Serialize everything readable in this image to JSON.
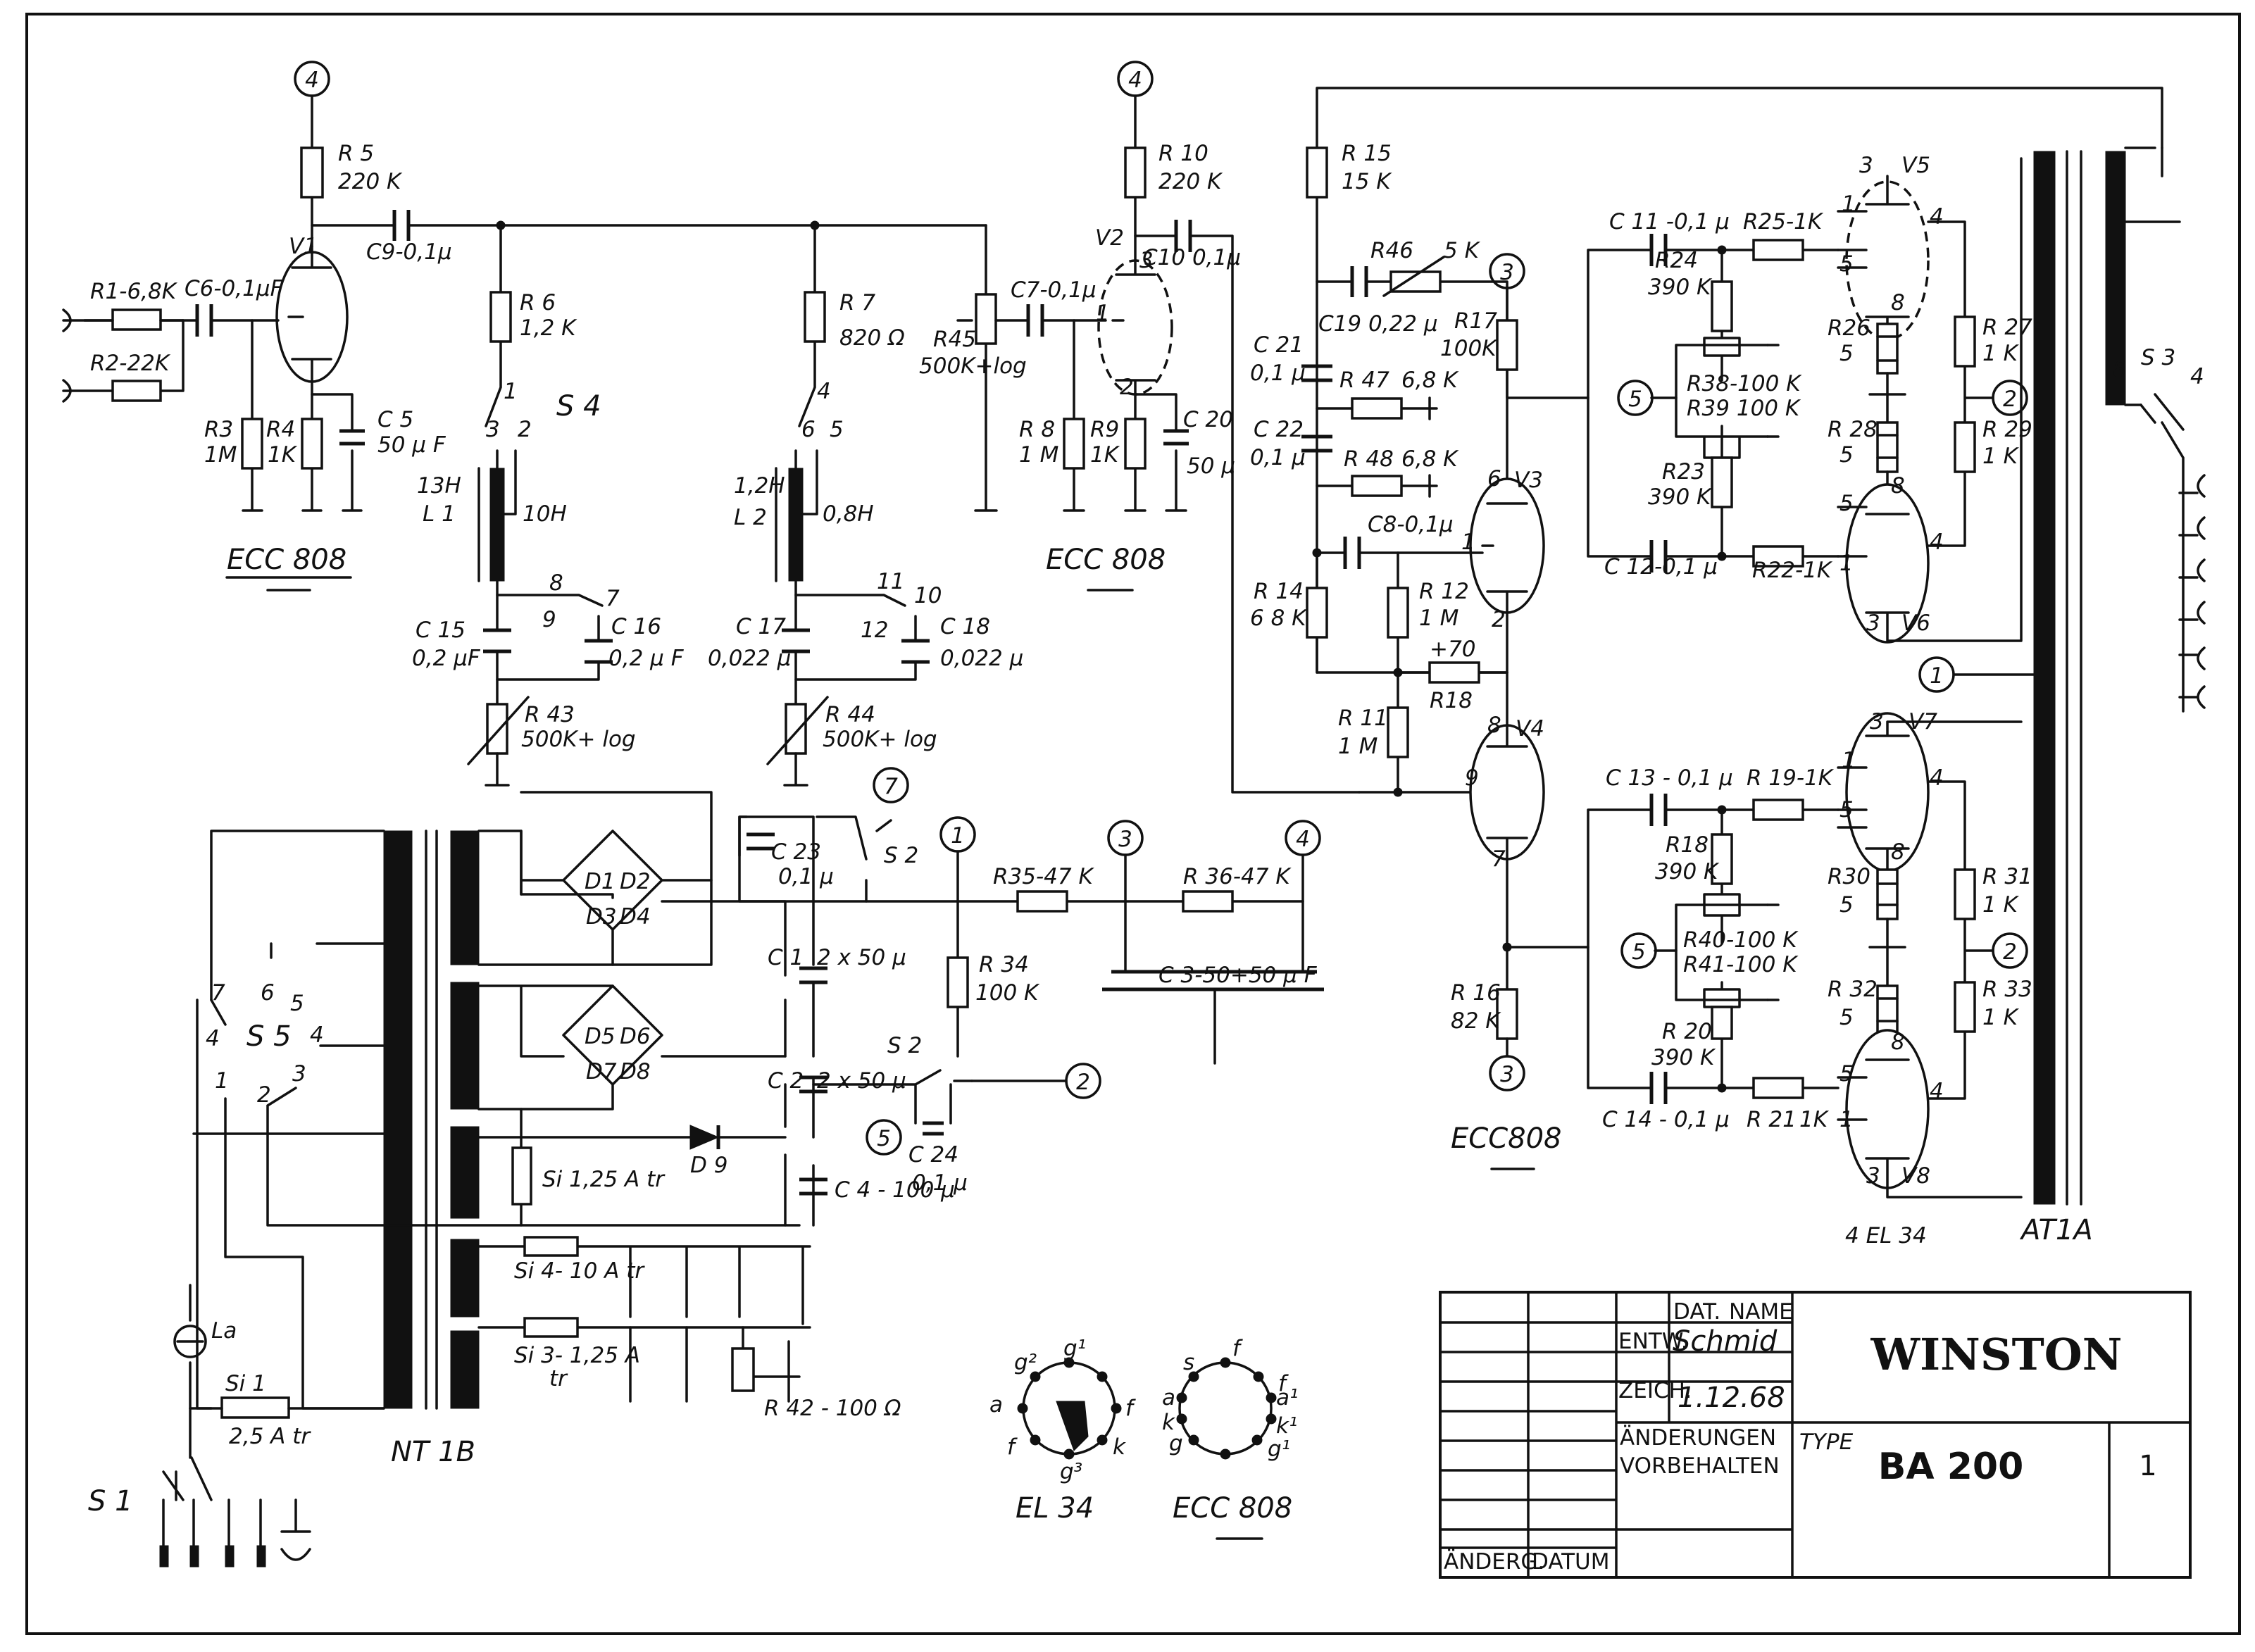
{
  "title_block": {
    "company": "WINSTON",
    "type_label": "TYPE",
    "type_value": "BA 200",
    "sheet_number": "1",
    "col_dat": "DAT.",
    "col_name": "NAME",
    "row_entw": "ENTW.",
    "row_zeich": "ZEICH.",
    "date": "1.12.68",
    "signature": "Schmid",
    "changes_line1": "ÄNDERUNGEN",
    "changes_line2": "VORBEHALTEN",
    "aenderg": "ÄNDERG.",
    "datum": "DATUM"
  },
  "tubes": {
    "v1": "V1",
    "v2": "V2",
    "v3": "V3",
    "v4": "V4",
    "v5": "V5",
    "v6": "V6",
    "v7": "V7",
    "v8": "V8",
    "ecc808_a": "ECC 808",
    "ecc808_b": "ECC 808",
    "ecc808_c": "ECC808",
    "el34_group": "4 EL 34",
    "output_transformer": "AT1A",
    "power_transformer": "NT 1B"
  },
  "resistors": {
    "r1": "R1-6,8K",
    "r2": "R2-22K",
    "r3": "R3",
    "r3v": "1M",
    "r4": "R4",
    "r4v": "1K",
    "r5": "R 5",
    "r5v": "220 K",
    "r6": "R 6",
    "r6v": "1,2 K",
    "r7": "R 7",
    "r7v": "820 Ω",
    "r8": "R 8",
    "r8v": "1 M",
    "r9": "R9",
    "r9v": "1K",
    "r10": "R 10",
    "r10v": "220 K",
    "r11": "R 11",
    "r11v": "1 M",
    "r12": "R 12",
    "r12v": "1 M",
    "r14": "R 14",
    "r14v": "6 8 K",
    "r15": "R 15",
    "r15v": "15 K",
    "r16": "R 16",
    "r16v": "82 K",
    "r17": "R17",
    "r17v": "100K",
    "r18": "R18",
    "r18pre": "+70",
    "r18b": "R18",
    "r18bv": "390 K",
    "r19": "R 19-1K",
    "r20": "R 20",
    "r20v": "390 K",
    "r21": "R 21",
    "r21v": "1K",
    "r22": "R22-1K",
    "r23": "R23",
    "r23v": "390 K",
    "r24": "R24",
    "r24v": "390 K",
    "r25": "R25-1K",
    "r26": "R26",
    "r26v": "5",
    "r27": "R 27",
    "r27v": "1 K",
    "r28": "R 28",
    "r28v": "5",
    "r29": "R 29",
    "r29v": "1 K",
    "r30": "R30",
    "r30v": "5",
    "r31": "R 31",
    "r31v": "1 K",
    "r32": "R 32",
    "r32v": "5",
    "r33": "R 33",
    "r33v": "1 K",
    "r34": "R 34",
    "r34v": "100 K",
    "r35": "R35-47 K",
    "r36": "R 36-47 K",
    "r38": "R38-100 K",
    "r39": "R39 100 K",
    "r40": "R40-100 K",
    "r41": "R41-100 K",
    "r42": "R 42 - 100 Ω",
    "r43": "R 43",
    "r43v": "500K+ log",
    "r44": "R 44",
    "r44v": "500K+ log",
    "r45": "R45",
    "r45v": "500K+log",
    "r46": "R46",
    "r46v": "5 K",
    "r47": "R 47",
    "r47v": "6,8 K",
    "r48": "R 48",
    "r48v": "6,8 K"
  },
  "capacitors": {
    "c1": "C 1",
    "c1v": "2 x 50 μ",
    "c2": "C 2",
    "c2v": "2 x 50 μ",
    "c3": "C 3-50+50 μ F",
    "c4": "C 4 - 100 μ",
    "c5": "C 5",
    "c5v": "50 μ F",
    "c6": "C6-0,1μF",
    "c7": "C7-0,1μ",
    "c8": "C8-0,1μ",
    "c9": "C9-0,1μ",
    "c10": "C10 0,1μ",
    "c11": "C 11 -0,1 μ",
    "c12": "C 12-0,1 μ",
    "c13": "C 13 - 0,1 μ",
    "c14": "C 14 - 0,1 μ",
    "c15": "C 15",
    "c15v": "0,2 μF",
    "c16": "C 16",
    "c16v": "0,2 μ F",
    "c17": "C 17",
    "c17v": "0,022 μ",
    "c18": "C 18",
    "c18v": "0,022 μ",
    "c19": "C19 0,22 μ",
    "c20": "C 20",
    "c20v": "50 μ",
    "c21": "C 21",
    "c21v": "0,1 μ",
    "c22": "C 22",
    "c22v": "0,1 μ",
    "c23": "C 23",
    "c23v": "0,1 μ",
    "c24": "C 24",
    "c24v": "0,1 μ"
  },
  "inductors": {
    "l1": "L 1",
    "l1a": "13H",
    "l1b": "10H",
    "l2": "L 2",
    "l2a": "1,2H",
    "l2b": "0,8H"
  },
  "switches": {
    "s1": "S 1",
    "s2a": "S 2",
    "s2b": "S 2",
    "s3": "S 3",
    "s4": "S 4",
    "s5": "S 5"
  },
  "misc": {
    "d1": "D1",
    "d2": "D2",
    "d3": "D3",
    "d4": "D4",
    "d5": "D5",
    "d6": "D6",
    "d7": "D7",
    "d8": "D8",
    "d9": "D 9",
    "si1": "Si 1",
    "si1v": "2,5 A tr",
    "si2": "Si 1,25 A tr",
    "si3": "Si 3- 1,25 A",
    "si3v": "tr",
    "si4": "Si 4- 10 A tr",
    "la": "La",
    "el34_pinout_title": "EL 34",
    "ecc808_pinout_title": "ECC 808"
  },
  "nodes": {
    "n4a": "4",
    "n4b": "4",
    "n3a": "3",
    "n3b": "3",
    "n3c": "3",
    "n1a": "1",
    "n1b": "1",
    "n7": "7",
    "n4c": "4",
    "n2a": "2",
    "n2b": "2",
    "n2c": "2",
    "n5a": "5",
    "n5b": "5",
    "n5c": "5"
  }
}
